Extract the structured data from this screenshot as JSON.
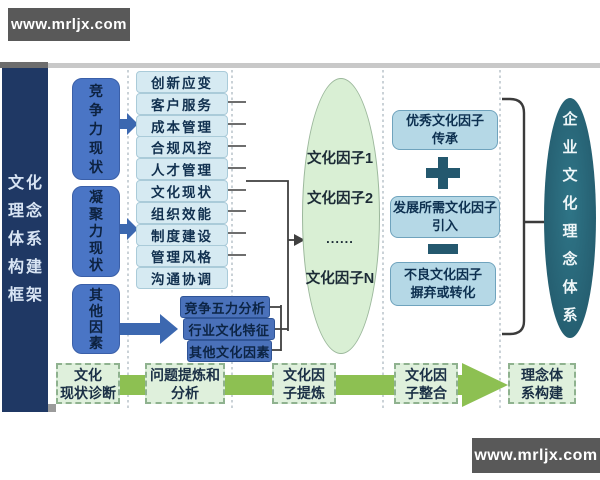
{
  "watermarks": {
    "top": "www.mrljx.com",
    "bottom": "www.mrljx.com"
  },
  "frame_title": "文化理念体系构建框架",
  "left_column": {
    "drivers": [
      "竞争力现状",
      "凝聚力现状",
      "其他因素"
    ]
  },
  "middle_items": [
    "创新应变",
    "客户服务",
    "成本管理",
    "合规风控",
    "人才管理",
    "文化现状",
    "组织效能",
    "制度建设",
    "管理风格",
    "沟通协调"
  ],
  "analysis_boxes": [
    "竞争五力分析",
    "行业文化特征",
    "其他文化因素"
  ],
  "factor_pool": {
    "items": [
      "文化因子1",
      "文化因子2",
      "......",
      "文化因子N"
    ]
  },
  "integration": {
    "keep_line1": "优秀文化因子",
    "keep_line2": "传承",
    "plus_symbol": "+",
    "add_line1": "发展所需文化因子",
    "add_line2": "引入",
    "minus_symbol": "−",
    "remove_line1": "不良文化因子",
    "remove_line2": "摒弃或转化"
  },
  "result_ellipse": "企业文化理念体系",
  "stages": [
    [
      "文化",
      "现状诊断"
    ],
    [
      "问题提炼和",
      "分析"
    ],
    [
      "文化因",
      "子提炼"
    ],
    [
      "文化因",
      "子整合"
    ],
    [
      "理念体",
      "系构建"
    ]
  ],
  "colors": {
    "sidebar_navy": "#1f3864",
    "driver_blue": "#4a75c5",
    "item_light_blue": "#d6eaf2",
    "analysis_blue": "#4a71ba",
    "pool_green": "#d9efd4",
    "integration_light_blue": "#b5d8e6",
    "symbol_teal": "#24586e",
    "result_teal": "#2a6b7d",
    "flow_arrow_green": "#8dc052",
    "stage_box_green": "#dff0dc",
    "watermark_gray": "#595959"
  }
}
